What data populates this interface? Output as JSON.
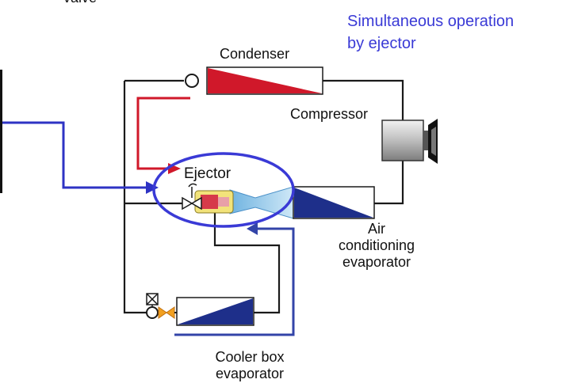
{
  "labels": {
    "valve_fragment": "valve",
    "simultaneous": "Simultaneous operation",
    "by_ejector": "by ejector",
    "condenser": "Condenser",
    "compressor": "Compressor",
    "ejector": "Ejector",
    "ac_evap_line1": "Air",
    "ac_evap_line2": "conditioning",
    "ac_evap_line3": "evaporator",
    "cooler_line1": "Cooler box",
    "cooler_line2": "evaporator"
  },
  "colors": {
    "pipe": "#1a1a1a",
    "condenser_red": "#d0182a",
    "evaporator_blue": "#1e2f8a",
    "annotation_blue": "#3a3ad6",
    "hot_arrow": "#d0182a",
    "cold_arrow": "#2b3a9a",
    "ejector_body": "#8ec7e8"
  }
}
